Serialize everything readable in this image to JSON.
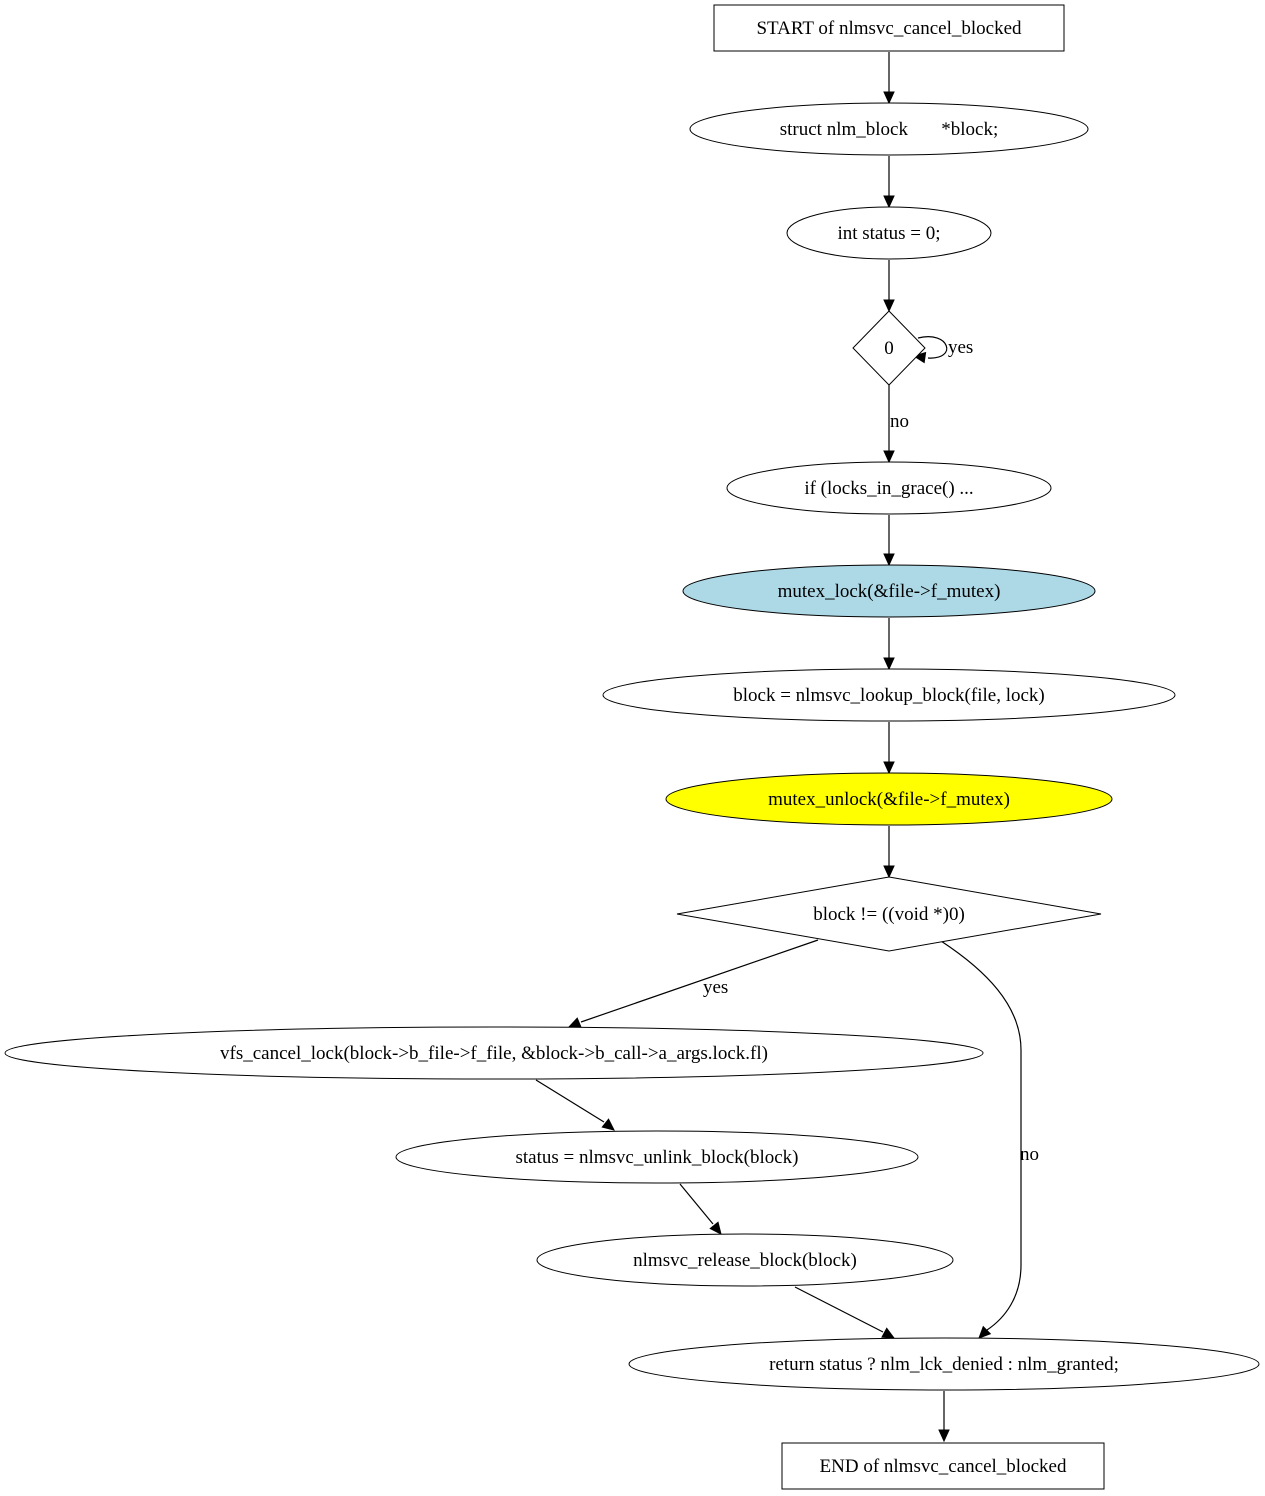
{
  "diagram": {
    "colors": {
      "line": "#000000",
      "default_fill": "#ffffff",
      "lock_fill": "#add8e6",
      "unlock_fill": "#ffff00"
    },
    "nodes": [
      {
        "id": "start",
        "shape": "box",
        "label": "START of nlmsvc_cancel_blocked"
      },
      {
        "id": "decl_block",
        "shape": "ellipse",
        "label": "struct nlm_block       *block;"
      },
      {
        "id": "decl_status",
        "shape": "ellipse",
        "label": "int status = 0;"
      },
      {
        "id": "cond_zero",
        "shape": "diamond",
        "label": "0"
      },
      {
        "id": "if_grace",
        "shape": "ellipse",
        "label": "if (locks_in_grace() ..."
      },
      {
        "id": "mutex_lock",
        "shape": "ellipse",
        "label": "mutex_lock(&file->f_mutex)",
        "fill": "lock_fill"
      },
      {
        "id": "lookup_block",
        "shape": "ellipse",
        "label": "block = nlmsvc_lookup_block(file, lock)"
      },
      {
        "id": "mutex_unlock",
        "shape": "ellipse",
        "label": "mutex_unlock(&file->f_mutex)",
        "fill": "unlock_fill"
      },
      {
        "id": "cond_block",
        "shape": "diamond",
        "label": "block != ((void *)0)"
      },
      {
        "id": "vfs_cancel",
        "shape": "ellipse",
        "label": "vfs_cancel_lock(block->b_file->f_file, &block->b_call->a_args.lock.fl)"
      },
      {
        "id": "unlink_block",
        "shape": "ellipse",
        "label": "status = nlmsvc_unlink_block(block)"
      },
      {
        "id": "release_block",
        "shape": "ellipse",
        "label": "nlmsvc_release_block(block)"
      },
      {
        "id": "return_status",
        "shape": "ellipse",
        "label": "return status ? nlm_lck_denied : nlm_granted;"
      },
      {
        "id": "end",
        "shape": "box",
        "label": "END of nlmsvc_cancel_blocked"
      }
    ],
    "edges": [
      {
        "from": "start",
        "to": "decl_block",
        "label": ""
      },
      {
        "from": "decl_block",
        "to": "decl_status",
        "label": ""
      },
      {
        "from": "decl_status",
        "to": "cond_zero",
        "label": ""
      },
      {
        "from": "cond_zero",
        "to": "cond_zero",
        "label": "yes"
      },
      {
        "from": "cond_zero",
        "to": "if_grace",
        "label": "no"
      },
      {
        "from": "if_grace",
        "to": "mutex_lock",
        "label": ""
      },
      {
        "from": "mutex_lock",
        "to": "lookup_block",
        "label": ""
      },
      {
        "from": "lookup_block",
        "to": "mutex_unlock",
        "label": ""
      },
      {
        "from": "mutex_unlock",
        "to": "cond_block",
        "label": ""
      },
      {
        "from": "cond_block",
        "to": "vfs_cancel",
        "label": "yes"
      },
      {
        "from": "cond_block",
        "to": "return_status",
        "label": "no"
      },
      {
        "from": "vfs_cancel",
        "to": "unlink_block",
        "label": ""
      },
      {
        "from": "unlink_block",
        "to": "release_block",
        "label": ""
      },
      {
        "from": "release_block",
        "to": "return_status",
        "label": ""
      },
      {
        "from": "return_status",
        "to": "end",
        "label": ""
      }
    ]
  }
}
